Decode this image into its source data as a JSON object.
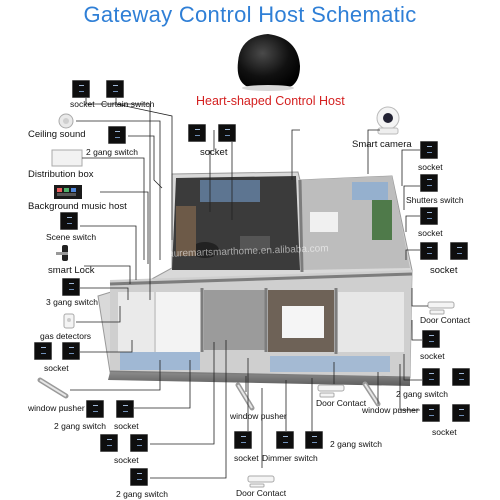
{
  "title": "Gateway Control Host Schematic",
  "host_label": "Heart-shaped Control Host",
  "watermark": "auremartsmarthome.en.alibaba.com",
  "labels": {
    "socket_tl": "socket",
    "curtain_switch": "Curtain switch",
    "ceiling_sound": "Ceiling sound",
    "two_gang_switch_top": "2 gang switch",
    "socket_top_mid": "socket",
    "distribution_box": "Distribution box",
    "background_music_host": "Background music host",
    "scene_switch": "Scene switch",
    "smart_lock": "smart Lock",
    "three_gang_switch": "3 gang switch",
    "gas_detectors": "gas detectors",
    "socket_left": "socket",
    "window_pusher_left": "window pusher",
    "two_gang_switch_bl": "2 gang switch",
    "socket_bl": "socket",
    "socket_bl2": "socket",
    "two_gang_switch_bottom": "2 gang switch",
    "smart_camera": "Smart camera",
    "socket_r1": "socket",
    "shutters_switch": "Shutters switch",
    "socket_r2": "socket",
    "socket_r3": "socket",
    "door_contact_right": "Door Contact",
    "socket_r4": "socket",
    "two_gang_switch_r": "2 gang switch",
    "socket_r5": "socket",
    "window_pusher_mid": "window pusher",
    "door_contact_mid": "Door Contact",
    "window_pusher_right": "window pusher",
    "socket_bm": "socket",
    "dimmer_switch": "Dimmer switch",
    "two_gang_switch_bm": "2 gang switch",
    "door_contact_bottom": "Door Contact"
  },
  "colors": {
    "title": "#2f7fd6",
    "host_label": "#d42020",
    "lines": "#222222",
    "switch": "#0e0e0e"
  }
}
